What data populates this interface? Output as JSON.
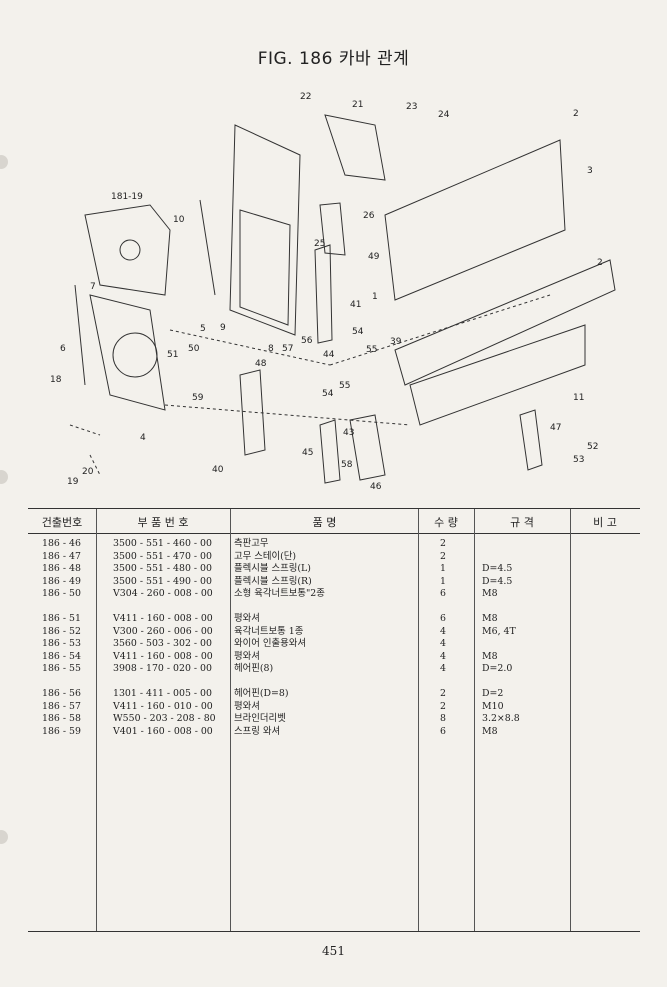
{
  "page": {
    "title": "FIG. 186 카바 관계",
    "page_number": "451"
  },
  "diagram": {
    "labels": [
      "22",
      "21",
      "23",
      "24",
      "2",
      "3",
      "2",
      "181-19",
      "10",
      "26",
      "25",
      "49",
      "1",
      "41",
      "7",
      "5",
      "9",
      "6",
      "51",
      "50",
      "8",
      "56",
      "57",
      "48",
      "44",
      "54",
      "55",
      "54",
      "55",
      "39",
      "11",
      "18",
      "59",
      "4",
      "43",
      "45",
      "47",
      "52",
      "53",
      "58",
      "46",
      "40",
      "19",
      "20"
    ]
  },
  "table": {
    "headers": [
      "건출번호",
      "부 품 번 호",
      "품 명",
      "수 량",
      "규 격",
      "비 고"
    ],
    "rows": [
      {
        "no": "186 - 46",
        "part": "3500 - 551 - 460 - 00",
        "name": "측판고무",
        "qty": "2",
        "spec": ""
      },
      {
        "no": "186 - 47",
        "part": "3500 - 551 - 470 - 00",
        "name": "고무 스테이(단)",
        "qty": "2",
        "spec": ""
      },
      {
        "no": "186 - 48",
        "part": "3500 - 551 - 480 - 00",
        "name": "플렉시블 스프링(L)",
        "qty": "1",
        "spec": "D=4.5"
      },
      {
        "no": "186 - 49",
        "part": "3500 - 551 - 490 - 00",
        "name": "플렉시블 스프링(R)",
        "qty": "1",
        "spec": "D=4.5"
      },
      {
        "no": "186 - 50",
        "part": "V304 - 260 - 008 - 00",
        "name": "소형 육각너트보통\"2종",
        "qty": "6",
        "spec": "M8"
      },
      {
        "no": "186 - 51",
        "part": "V411 - 160 - 008 - 00",
        "name": "평와셔",
        "qty": "6",
        "spec": "M8"
      },
      {
        "no": "186 - 52",
        "part": "V300 - 260 - 006 - 00",
        "name": "육각너트보통 1종",
        "qty": "4",
        "spec": "M6, 4T"
      },
      {
        "no": "186 - 53",
        "part": "3560 - 503 - 302 - 00",
        "name": "와이어 인출용와셔",
        "qty": "4",
        "spec": ""
      },
      {
        "no": "186 - 54",
        "part": "V411 - 160 - 008 - 00",
        "name": "평와셔",
        "qty": "4",
        "spec": "M8"
      },
      {
        "no": "186 - 55",
        "part": "3908 - 170 - 020 - 00",
        "name": "헤어핀(8)",
        "qty": "4",
        "spec": "D=2.0"
      },
      {
        "no": "186 - 56",
        "part": "1301 - 411 - 005 - 00",
        "name": "헤어핀(D=8)",
        "qty": "2",
        "spec": "D=2"
      },
      {
        "no": "186 - 57",
        "part": "V411 - 160 - 010 - 00",
        "name": "평와셔",
        "qty": "2",
        "spec": "M10"
      },
      {
        "no": "186 - 58",
        "part": "W550 - 203 - 208 - 80",
        "name": "브라인더리벳",
        "qty": "8",
        "spec": "3.2×8.8"
      },
      {
        "no": "186 - 59",
        "part": "V401 - 160 - 008 - 00",
        "name": "스프링 와셔",
        "qty": "6",
        "spec": "M8"
      }
    ]
  }
}
